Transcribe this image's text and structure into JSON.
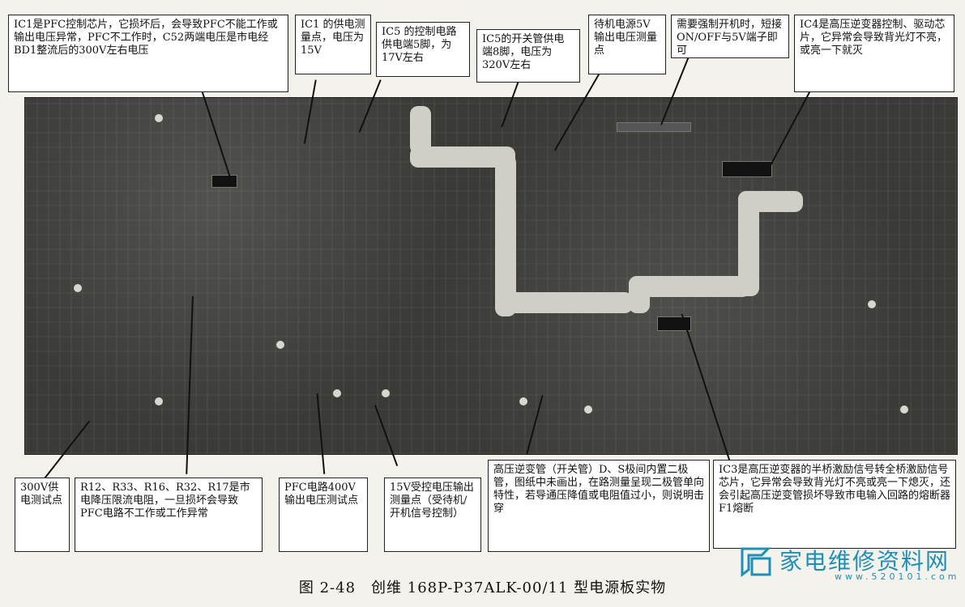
{
  "callouts": {
    "ic1_pfc": "IC1是PFC控制芯片，它损坏后，会导致PFC不能工作或输出电压异常，PFC不工作时，C52两端电压是市电经BD1整流后的300V左右电压",
    "ic1_supply": "IC1 的供电测量点，电压为15V",
    "ic5_pin5": "IC5 的控制电路供电端5脚，为17V左右",
    "ic5_pin8": "IC5的开关管供电端8脚，电压为320V左右",
    "standby_5v": "待机电源5V输出电压测量点",
    "force_on": "需要强制开机时，短接ON/OFF与5V端子即可",
    "ic4": "IC4是高压逆变器控制、驱动芯片，它异常会导致背光灯不亮，或亮一下就灭",
    "v300": "300V供电测试点",
    "resistors": "R12、R33、R16、R32、R17是市电降压限流电阻，一旦损坏会导致PFC电路不工作或工作异常",
    "pfc400": "PFC电路400V输出电压测试点",
    "v15": "15V受控电压输出测量点（受待机/开机信号控制）",
    "hv_transistor": "高压逆变管（开关管）D、S极间内置二极管，图纸中未画出，在路测量呈现二极管单向特性，若导通压降值或电阻值过小，则说明击穿",
    "ic3": "IC3是高压逆变器的半桥激励信号转全桥激励信号芯片，它异常会导致背光灯不亮或亮一下熄灭，还会引起高压逆变管损坏导致市电输入回路的熔断器F1熔断"
  },
  "caption": "图 2-48　创维 168P-P37ALK-00/11 型电源板实物",
  "logo": {
    "text": "家电维修资料网",
    "url": "www.520101.com"
  },
  "colors": {
    "board": "#3a3a36",
    "trace": "#cfcfc7",
    "logo": "#1f8fb5"
  }
}
